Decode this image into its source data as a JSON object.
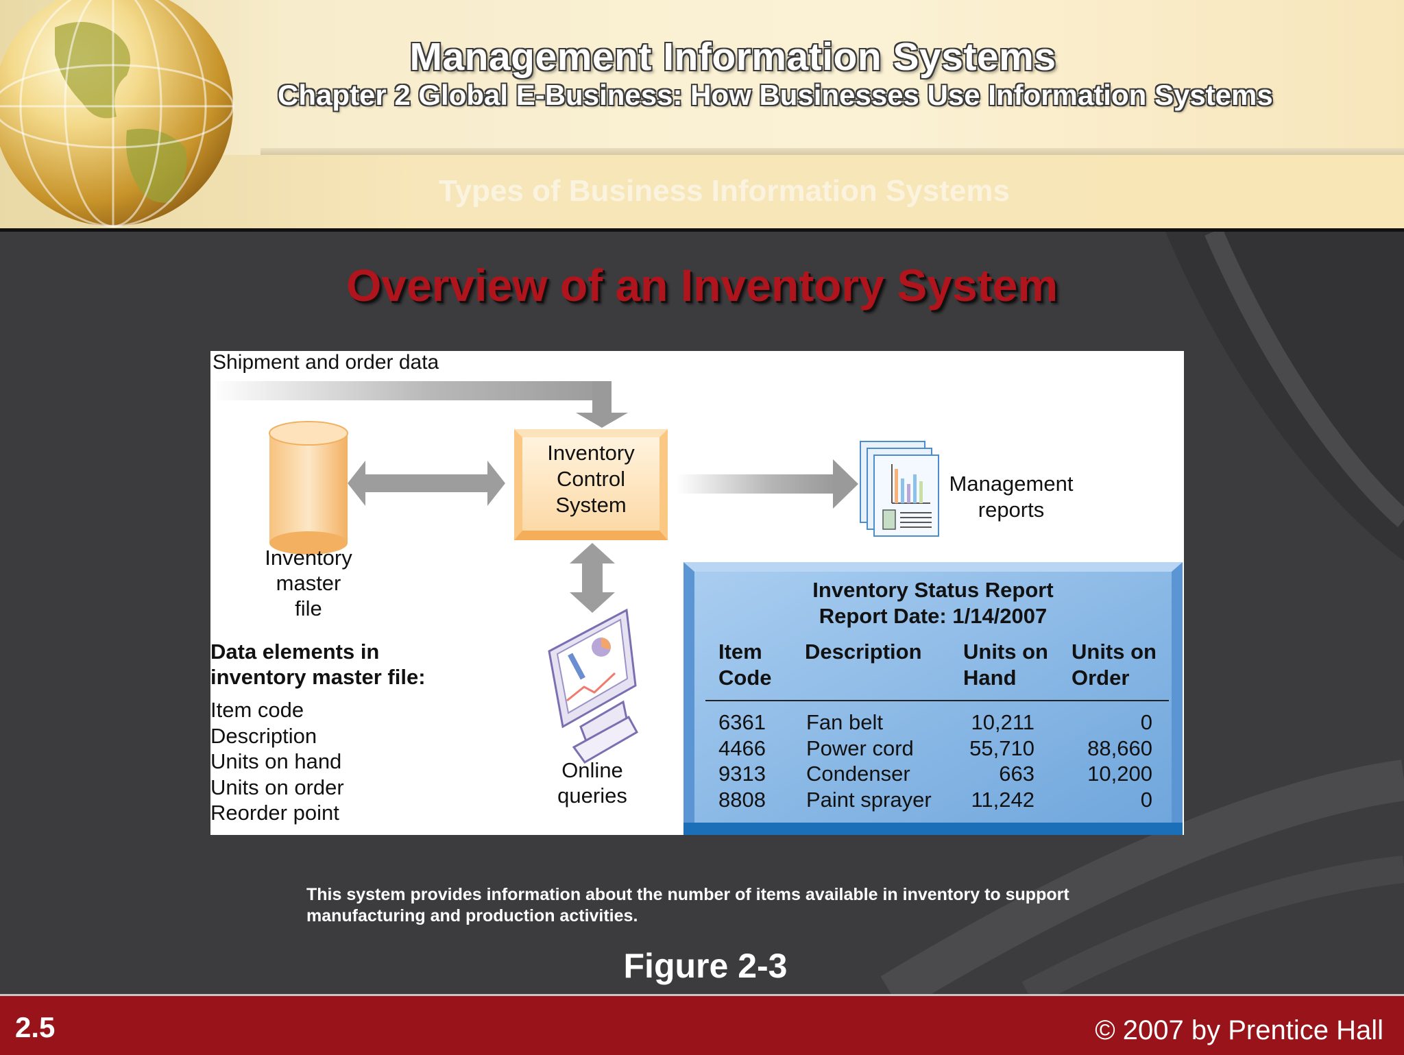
{
  "header": {
    "title": "Management Information Systems",
    "subtitle": "Chapter 2 Global E-Business: How Businesses Use Information Systems",
    "section": "Types of Business Information Systems"
  },
  "slide": {
    "title": "Overview of an Inventory System",
    "caption": "This system provides information about the number of items available in inventory to support manufacturing and production activities.",
    "figure_label": "Figure 2-3"
  },
  "diagram": {
    "shipment_label": "Shipment and order data",
    "ics_lines": [
      "Inventory",
      "Control",
      "System"
    ],
    "reports_lines": [
      "Management",
      "reports"
    ],
    "master_lines": [
      "Inventory",
      "master",
      "file"
    ],
    "queries_lines": [
      "Online",
      "queries"
    ],
    "data_elements_title_lines": [
      "Data elements in",
      "inventory master file:"
    ],
    "data_elements": [
      "Item code",
      "Description",
      "Units on hand",
      "Units on order",
      "Reorder point"
    ]
  },
  "report": {
    "title": "Inventory Status Report",
    "date": "Report Date: 1/14/2007",
    "headers": [
      [
        "Item",
        "Code"
      ],
      [
        "Description",
        ""
      ],
      [
        "Units on",
        "Hand"
      ],
      [
        "Units on",
        "Order"
      ]
    ],
    "rows": [
      [
        "6361",
        "Fan belt",
        "10,211",
        "0"
      ],
      [
        "4466",
        "Power cord",
        "55,710",
        "88,660"
      ],
      [
        "9313",
        "Condenser",
        "663",
        "10,200"
      ],
      [
        "8808",
        "Paint sprayer",
        "11,242",
        "0"
      ]
    ]
  },
  "footer": {
    "slide_number": "2.5",
    "copyright": "© 2007 by Prentice Hall"
  },
  "colors": {
    "title_red": "#b0141c",
    "footer_red": "#98141a",
    "report_blue": "#7aaee0",
    "cylinder_orange": "#f7c07a",
    "arrow_gray": "#9d9d9d"
  }
}
